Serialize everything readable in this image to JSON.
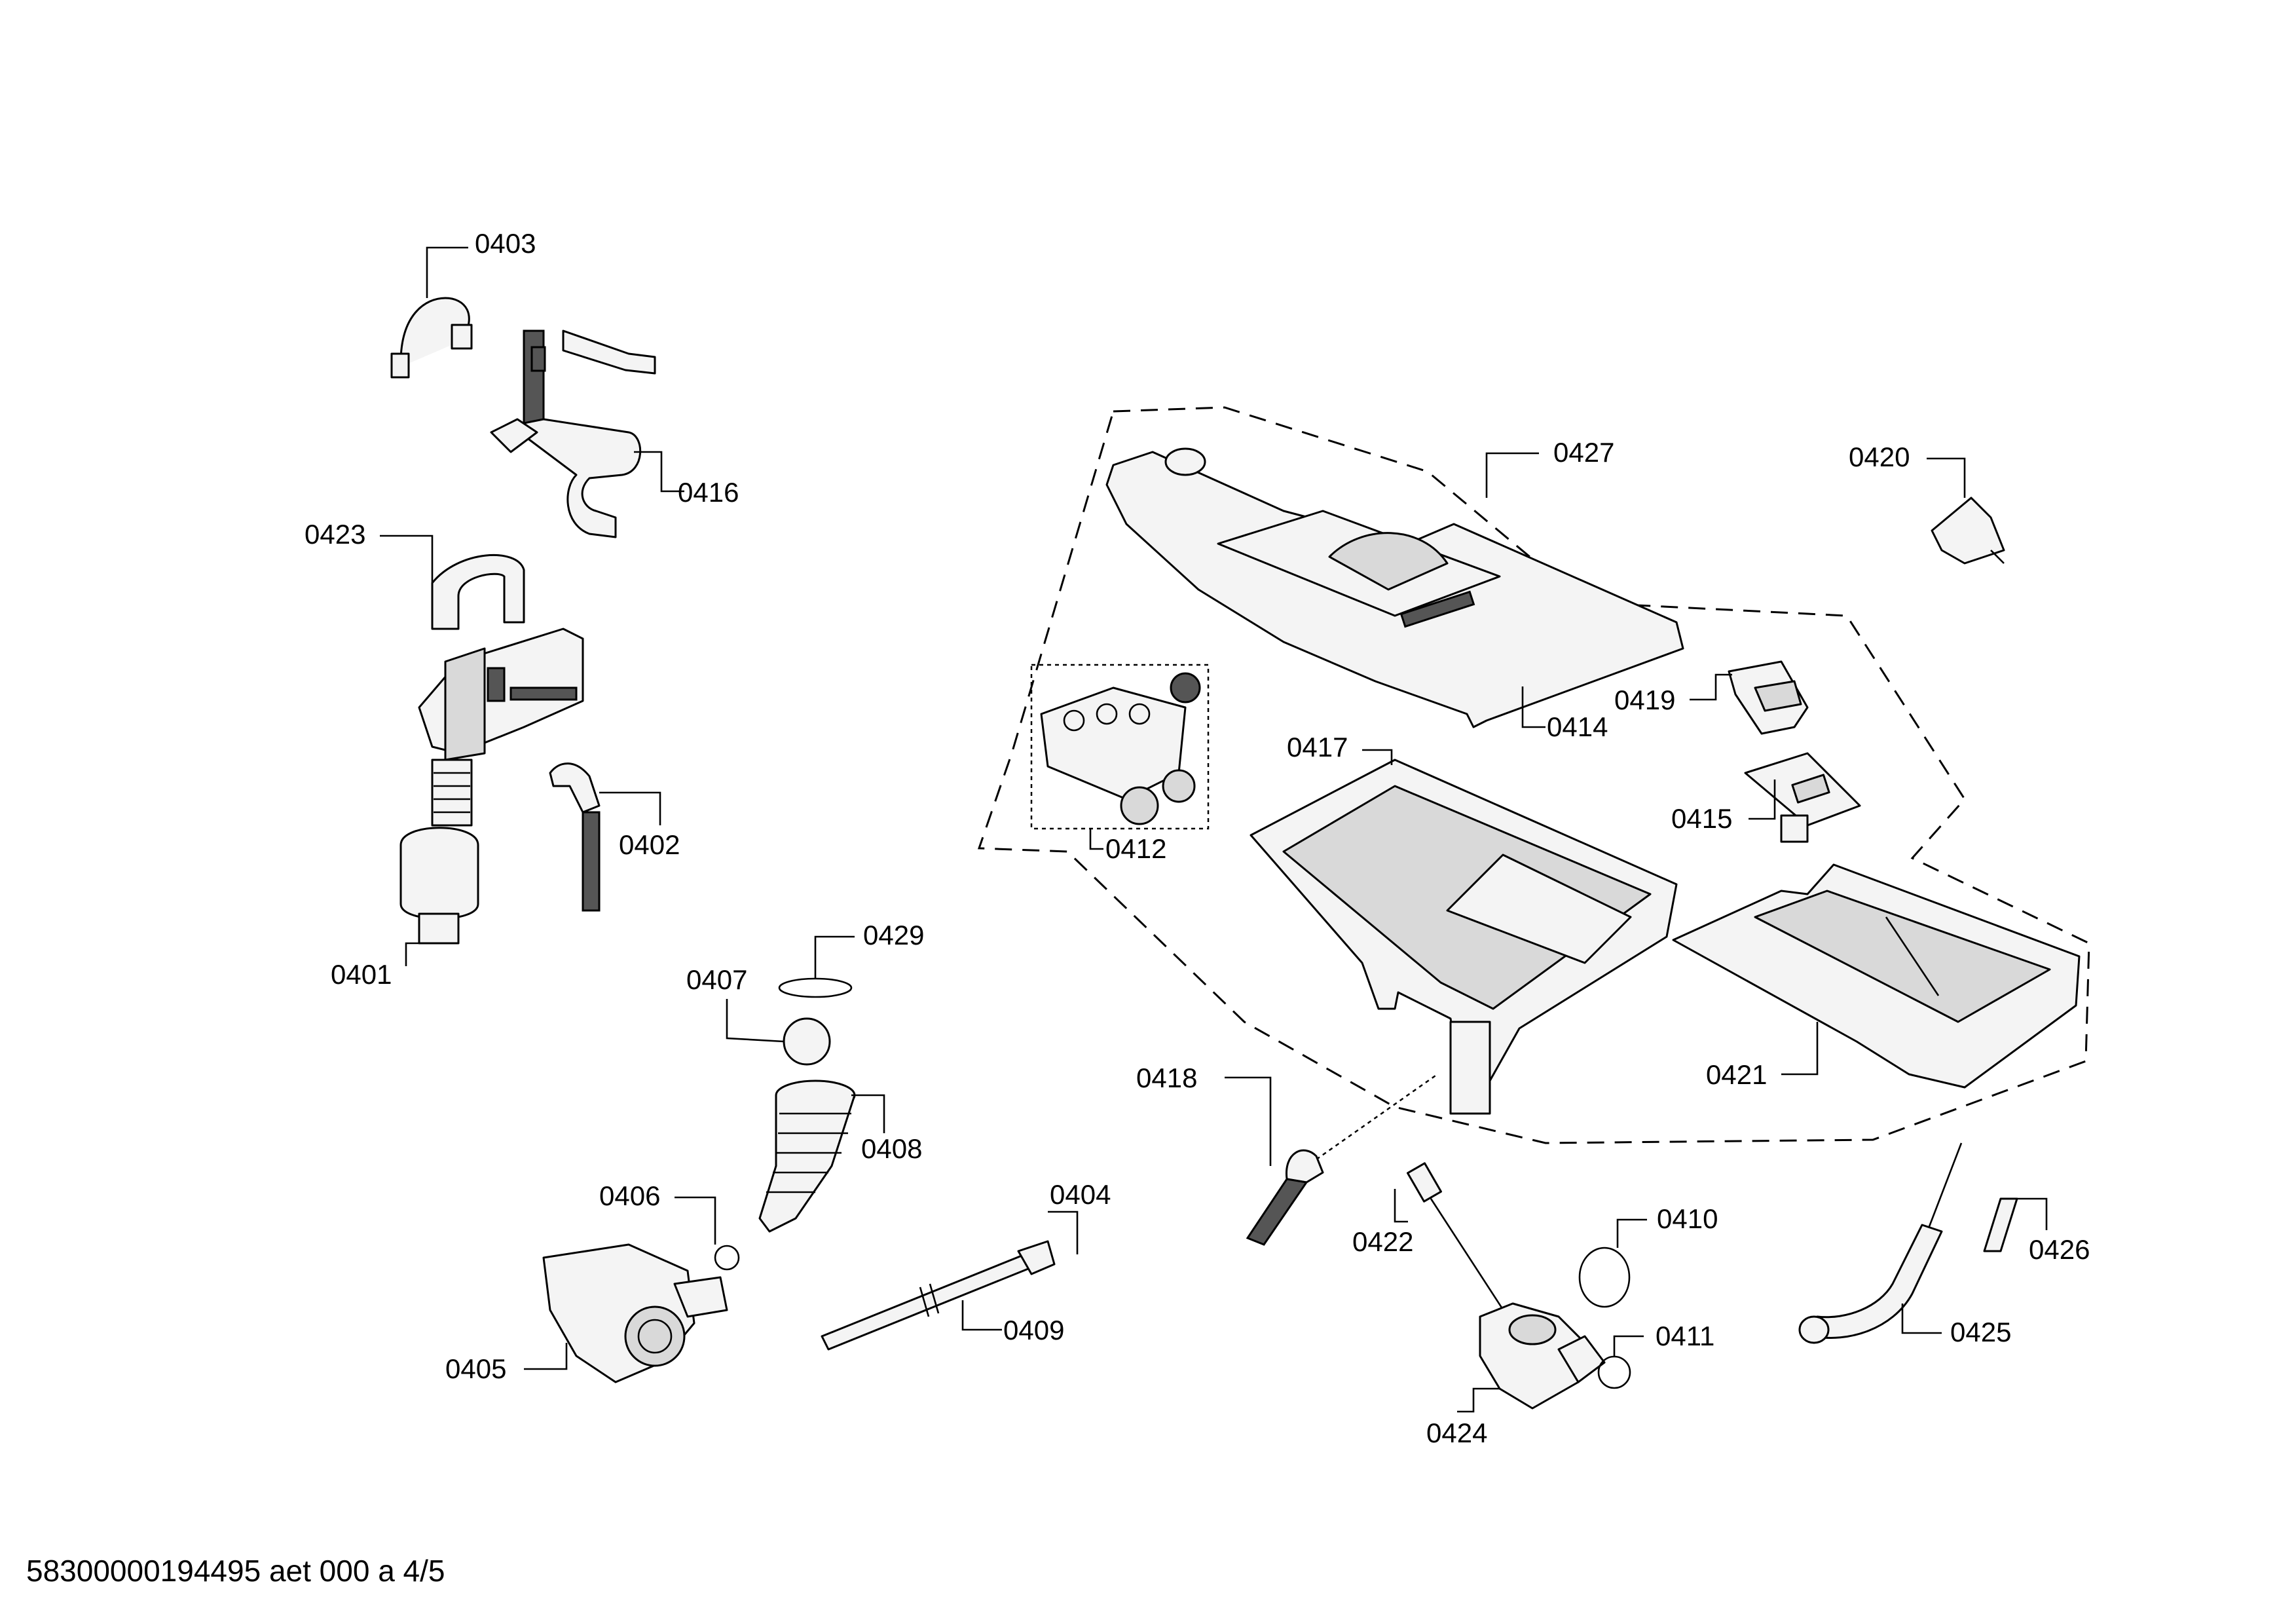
{
  "diagram": {
    "labels": {
      "p0401": "0401",
      "p0402": "0402",
      "p0403": "0403",
      "p0404": "0404",
      "p0405": "0405",
      "p0406": "0406",
      "p0407": "0407",
      "p0408": "0408",
      "p0409": "0409",
      "p0410": "0410",
      "p0411": "0411",
      "p0412": "0412",
      "p0414": "0414",
      "p0415": "0415",
      "p0416": "0416",
      "p0417": "0417",
      "p0418": "0418",
      "p0419": "0419",
      "p0420": "0420",
      "p0421": "0421",
      "p0422": "0422",
      "p0423": "0423",
      "p0424": "0424",
      "p0425": "0425",
      "p0426": "0426",
      "p0427": "0427",
      "p0429": "0429"
    },
    "footer": "58300000194495 aet 000 a 4/5"
  }
}
